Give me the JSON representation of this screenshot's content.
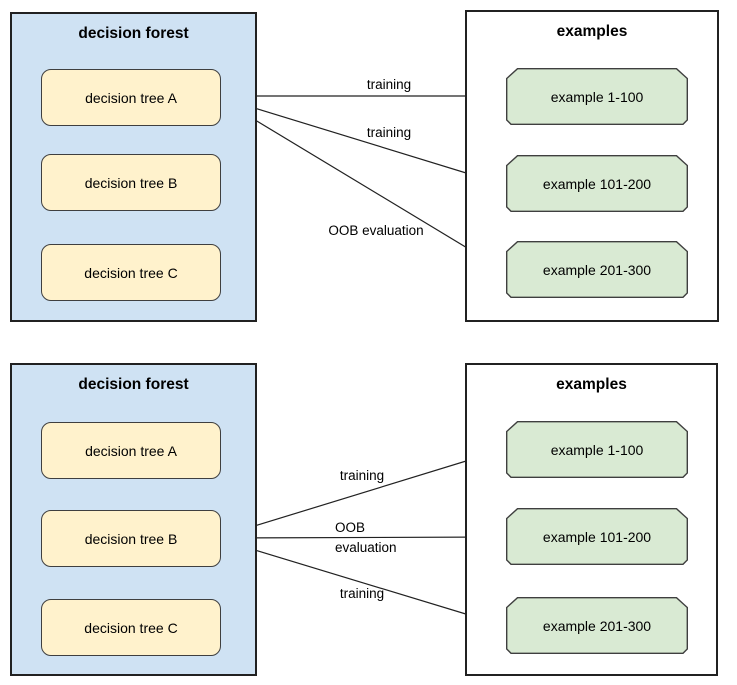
{
  "colors": {
    "forest_fill": "#cfe2f3",
    "tree_fill": "#fff2cc",
    "example_fill": "#d9ead3",
    "examples_box_fill": "#ffffff",
    "node_border": "#3f3f3f",
    "box_border": "#212121",
    "arrow": "#212121",
    "text": "#000000"
  },
  "panels": [
    {
      "id": "top",
      "forest": {
        "title": "decision forest",
        "trees": [
          {
            "label": "decision tree A"
          },
          {
            "label": "decision tree B"
          },
          {
            "label": "decision tree C"
          }
        ]
      },
      "examples": {
        "title": "examples",
        "items": [
          {
            "label": "example 1-100"
          },
          {
            "label": "example 101-200"
          },
          {
            "label": "example 201-300"
          }
        ]
      },
      "arrows": [
        {
          "label": "training",
          "from": "decision tree A",
          "to": "example 1-100"
        },
        {
          "label": "training",
          "from": "decision tree A",
          "to": "example 101-200"
        },
        {
          "label": "OOB evaluation",
          "from": "decision tree A",
          "to": "example 201-300"
        }
      ]
    },
    {
      "id": "bottom",
      "forest": {
        "title": "decision forest",
        "trees": [
          {
            "label": "decision tree A"
          },
          {
            "label": "decision tree B"
          },
          {
            "label": "decision tree C"
          }
        ]
      },
      "examples": {
        "title": "examples",
        "items": [
          {
            "label": "example 1-100"
          },
          {
            "label": "example 101-200"
          },
          {
            "label": "example 201-300"
          }
        ]
      },
      "arrows": [
        {
          "label": "training",
          "from": "decision tree B",
          "to": "example 1-100"
        },
        {
          "label": "OOB evaluation",
          "from": "decision tree B",
          "to": "example 101-200"
        },
        {
          "label": "training",
          "from": "decision tree B",
          "to": "example 201-300"
        }
      ]
    }
  ]
}
